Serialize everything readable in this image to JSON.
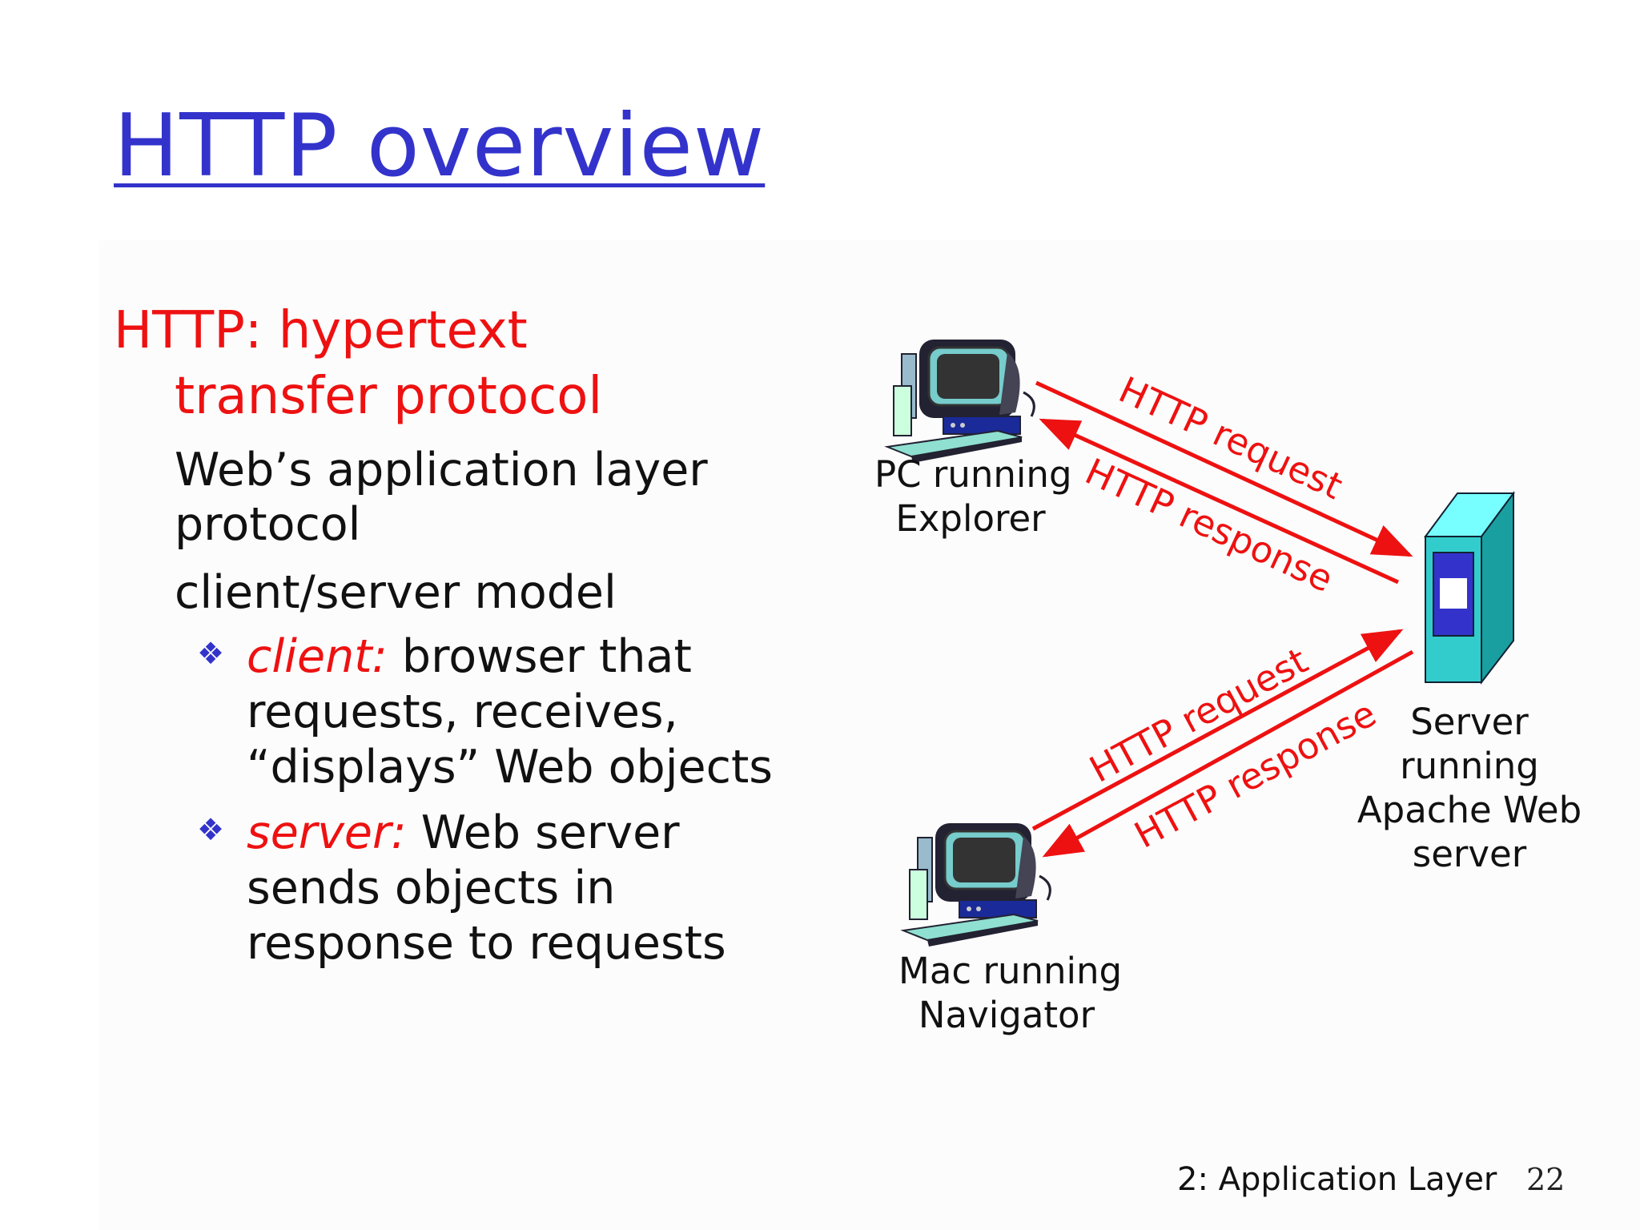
{
  "slide": {
    "title": "HTTP overview",
    "heading_line1": "HTTP: hypertext",
    "heading_line2": "transfer protocol",
    "point1": [
      "Web’s application layer",
      "protocol"
    ],
    "point2": "client/server model",
    "client_label": "client:",
    "client_lines": [
      " browser that",
      "requests, receives,",
      "“displays” Web objects"
    ],
    "server_label": "server:",
    "server_lines": [
      " Web server",
      "sends objects in",
      "response to requests"
    ]
  },
  "diagram": {
    "pc_label": [
      "PC running",
      "Explorer"
    ],
    "mac_label": [
      "Mac running",
      "Navigator"
    ],
    "server_label": [
      "Server",
      "running",
      "Apache Web",
      "server"
    ],
    "arrow_labels": {
      "pc_request": "HTTP request",
      "pc_response": "HTTP response",
      "mac_request": "HTTP request",
      "mac_response": "HTTP response"
    },
    "arrow_color": "#ee1111"
  },
  "footer": {
    "chapter": "2: Application Layer",
    "page": "22"
  },
  "icons": {
    "bullet": "diamond-bullet-icon",
    "computer": "desktop-computer-icon",
    "server": "server-tower-icon"
  }
}
